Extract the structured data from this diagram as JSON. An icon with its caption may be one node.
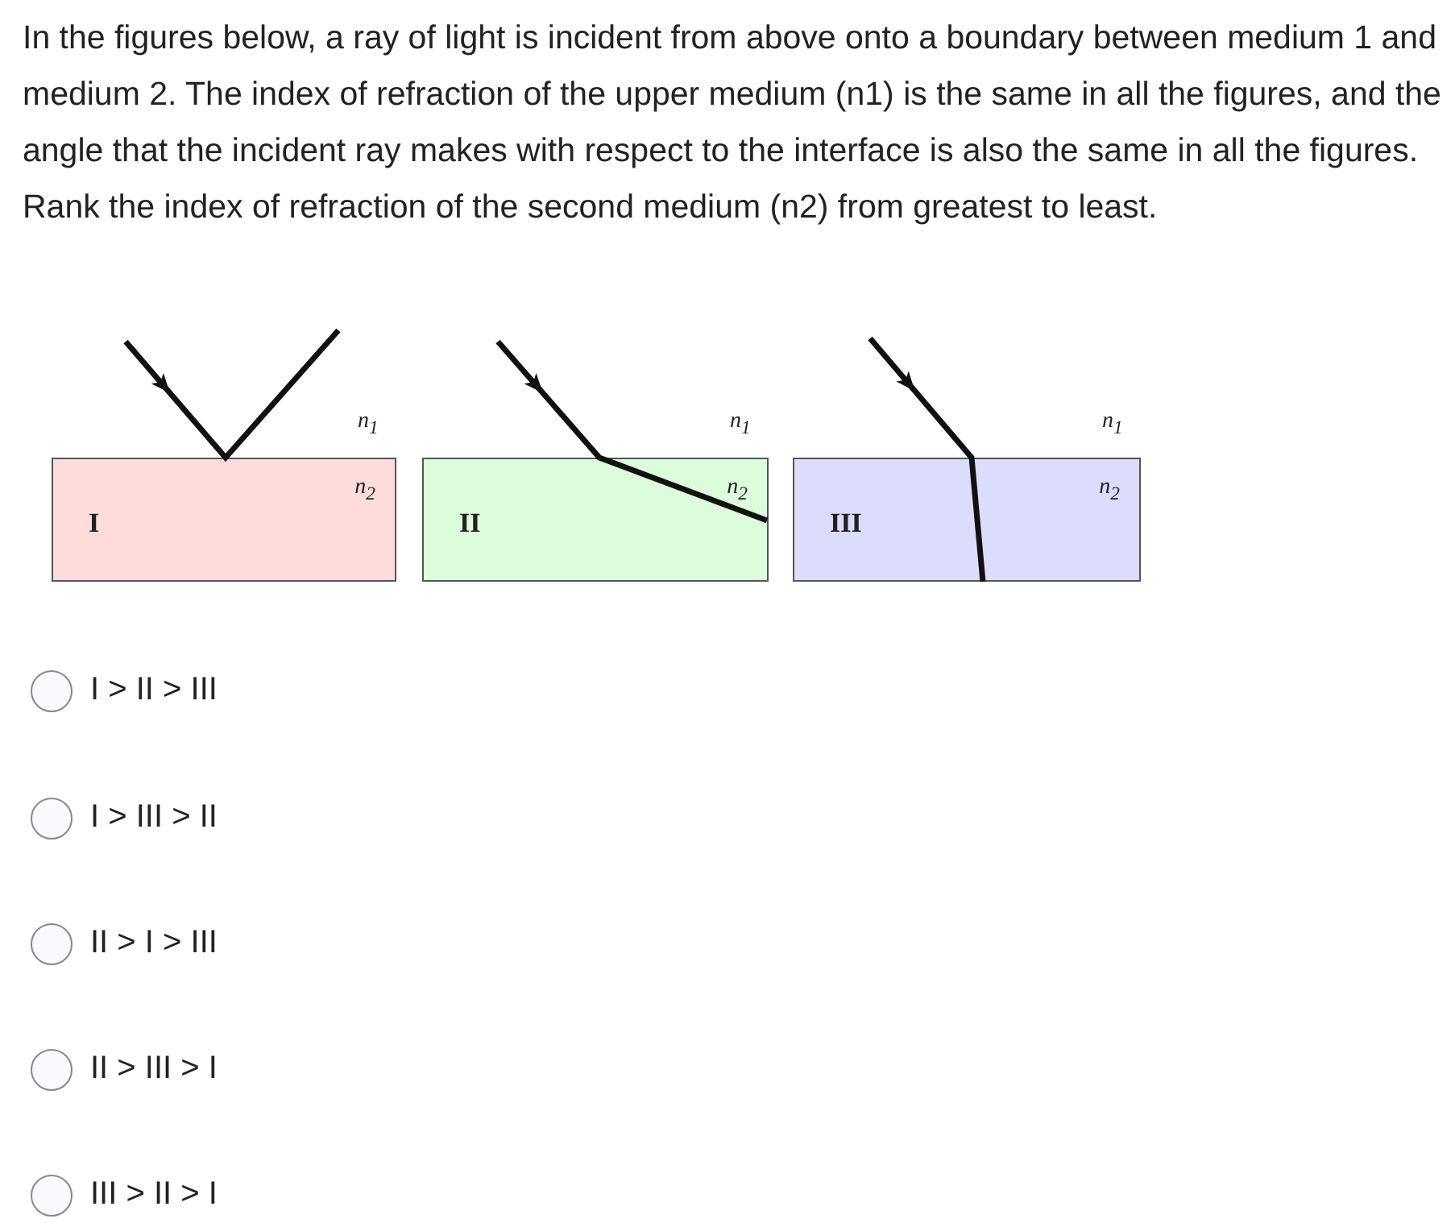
{
  "diagram": {
    "title": "In the figures below, a ray of light is incident from above onto a boundary between medium 1 and medium 2. The index of refraction of the upper medium (n1) is the same in all the figures, and the angle that the incident ray makes with respect to the interface is also the same in all the figures. Rank the index of refraction of the second medium (n2) from greatest to least.",
    "nodes": [
      {
        "text": [
          "n$_{2}$",
          "I"
        ],
        "beside": [
          "n$_{1}$"
        ]
      },
      {
        "text": [
          "n$_{2}$",
          "II"
        ],
        "beside": [
          "n$_{1}$"
        ]
      },
      {
        "text": [
          "n$_{2}$",
          "III"
        ],
        "beside": [
          "n$_{1}$"
        ]
      }
    ],
    "labels": [
      "I > II > III",
      "I > III > II",
      "II > I > III",
      "II > III > I",
      "III > II > I"
    ]
  }
}
